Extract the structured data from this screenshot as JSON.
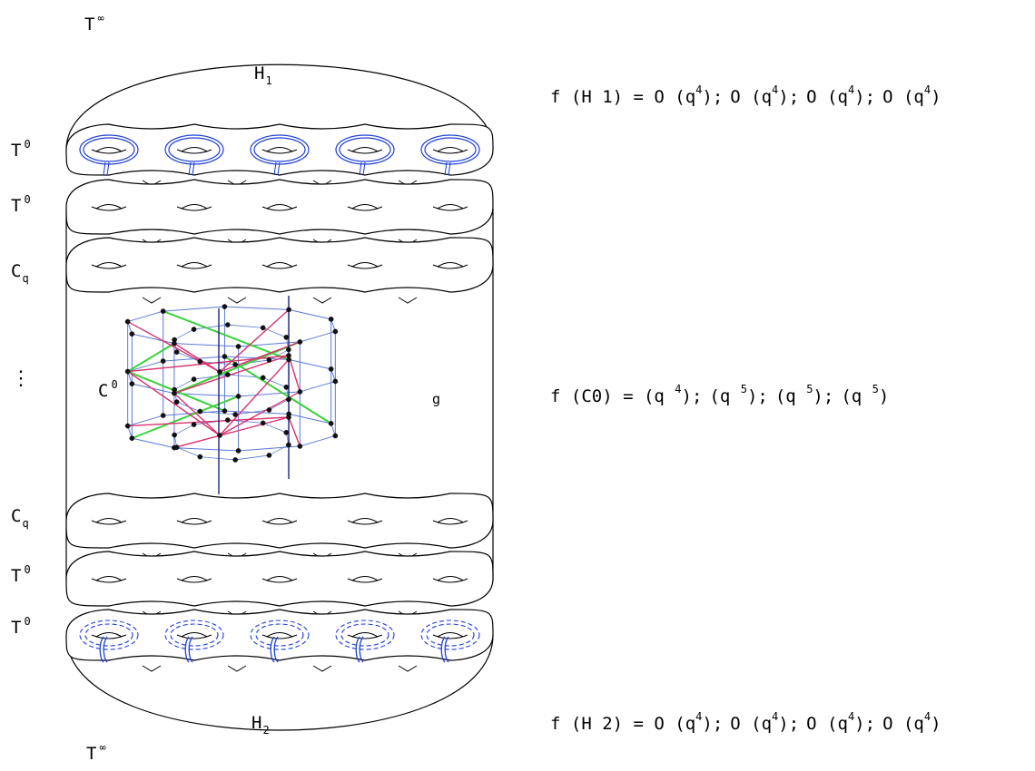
{
  "labels": {
    "t_inf_top": {
      "base": "T",
      "sup": "∞"
    },
    "h1": {
      "base": "H",
      "sub": "1"
    },
    "t0_a": {
      "base": "T",
      "sup": "0"
    },
    "t0_b": {
      "base": "T",
      "sup": "0"
    },
    "cq_a": {
      "base": "C",
      "sub": "q"
    },
    "vdots": "⋮",
    "c0": {
      "base": "C",
      "sup": "0"
    },
    "g": "g",
    "cq_b": {
      "base": "C",
      "sub": "q"
    },
    "t0_c": {
      "base": "T",
      "sup": "0"
    },
    "t0_d": {
      "base": "T",
      "sup": "0"
    },
    "h2": {
      "base": "H",
      "sub": "2"
    },
    "t_inf_bottom": {
      "base": "T",
      "sup": "∞"
    }
  },
  "equations": {
    "h1": {
      "lhs": "f (H 1) = ",
      "terms": [
        {
          "prefix": "O (q",
          "exp": "4",
          "suffix": ");"
        },
        {
          "prefix": "O (q",
          "exp": "4",
          "suffix": ");"
        },
        {
          "prefix": "O (q",
          "exp": "4",
          "suffix": ");"
        },
        {
          "prefix": "O (q",
          "exp": "4",
          "suffix": ")"
        }
      ]
    },
    "c0": {
      "lhs": "f (C0) = ",
      "terms": [
        {
          "prefix": "(q ",
          "exp": "4",
          "suffix": ");"
        },
        {
          "prefix": "(q ",
          "exp": "5",
          "suffix": ");"
        },
        {
          "prefix": "(q ",
          "exp": "5",
          "suffix": ");"
        },
        {
          "prefix": "(q ",
          "exp": "5",
          "suffix": ")"
        }
      ]
    },
    "h2": {
      "lhs": "f (H 2) = ",
      "terms": [
        {
          "prefix": "O (q",
          "exp": "4",
          "suffix": ");"
        },
        {
          "prefix": "O (q",
          "exp": "4",
          "suffix": ");"
        },
        {
          "prefix": "O (q",
          "exp": "4",
          "suffix": ");"
        },
        {
          "prefix": "O (q",
          "exp": "4",
          "suffix": ")"
        }
      ]
    }
  },
  "colors": {
    "outline": "#000000",
    "curve_blue": "#1f3fd6",
    "graph_grid": "#5a78d8",
    "graph_green": "#3ad13a",
    "graph_magenta": "#d8326e",
    "axis_navy": "#1a237e"
  },
  "layers": [
    "T0 boundary (top)",
    "T0",
    "Cq",
    "C0",
    "Cq",
    "T0",
    "T0 boundary (bottom)"
  ],
  "genus": 5
}
